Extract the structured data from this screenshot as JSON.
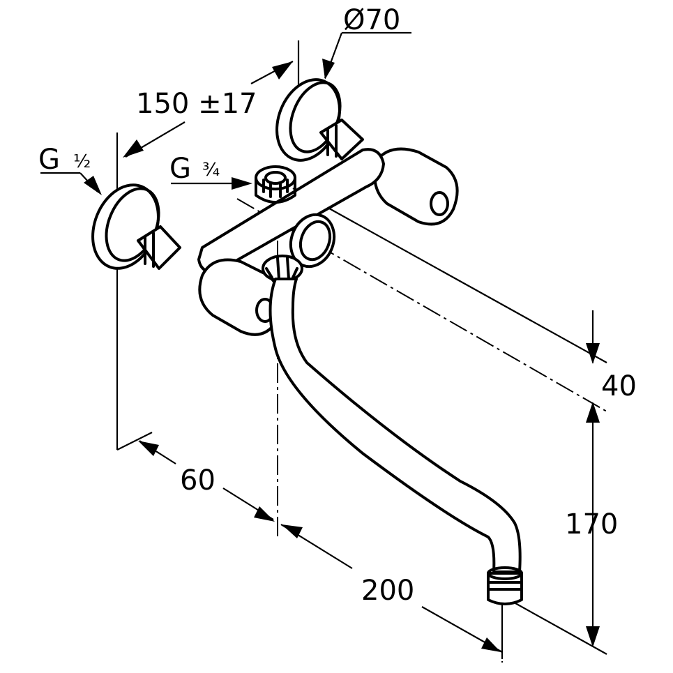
{
  "dimensions": {
    "diameter": "Ø70",
    "spacing": "150 ±17",
    "inlet_thread_prefix": "G",
    "inlet_thread_fraction": "½",
    "outlet_thread_prefix": "G",
    "outlet_thread_fraction": "¾",
    "height_offset": "40",
    "spout_height": "170",
    "wall_to_axis": "60",
    "spout_reach": "200"
  }
}
